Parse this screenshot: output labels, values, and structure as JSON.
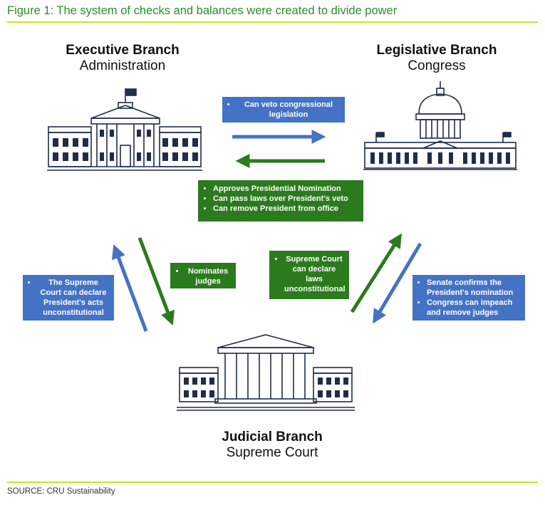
{
  "figure": {
    "title": "Figure 1: The system of checks and balances were created to divide power",
    "source": "SOURCE: CRU Sustainability"
  },
  "branches": {
    "executive": {
      "name": "Executive Branch",
      "sub": "Administration"
    },
    "legislative": {
      "name": "Legislative Branch",
      "sub": "Congress"
    },
    "judicial": {
      "name": "Judicial Branch",
      "sub": "Supreme Court"
    }
  },
  "checks": {
    "veto": [
      "Can veto congressional legislation"
    ],
    "legislative_on_exec": [
      "Approves Presidential Nomination",
      "Can pass laws over President's veto",
      "Can remove President from office"
    ],
    "nominates": [
      "Nominates judges"
    ],
    "sc_on_leg": [
      "Supreme Court can declare laws unconstitutional"
    ],
    "sc_on_exec": [
      "The Supreme Court can declare President's acts unconstitutional"
    ],
    "leg_on_jud": [
      "Senate confirms the President's nomination",
      "Congress can impeach and remove judges"
    ]
  },
  "colors": {
    "blue": "#4472c4",
    "green": "#2c7a1e",
    "accent_rule": "#c6e62a",
    "title_green": "#2e8b2e"
  }
}
